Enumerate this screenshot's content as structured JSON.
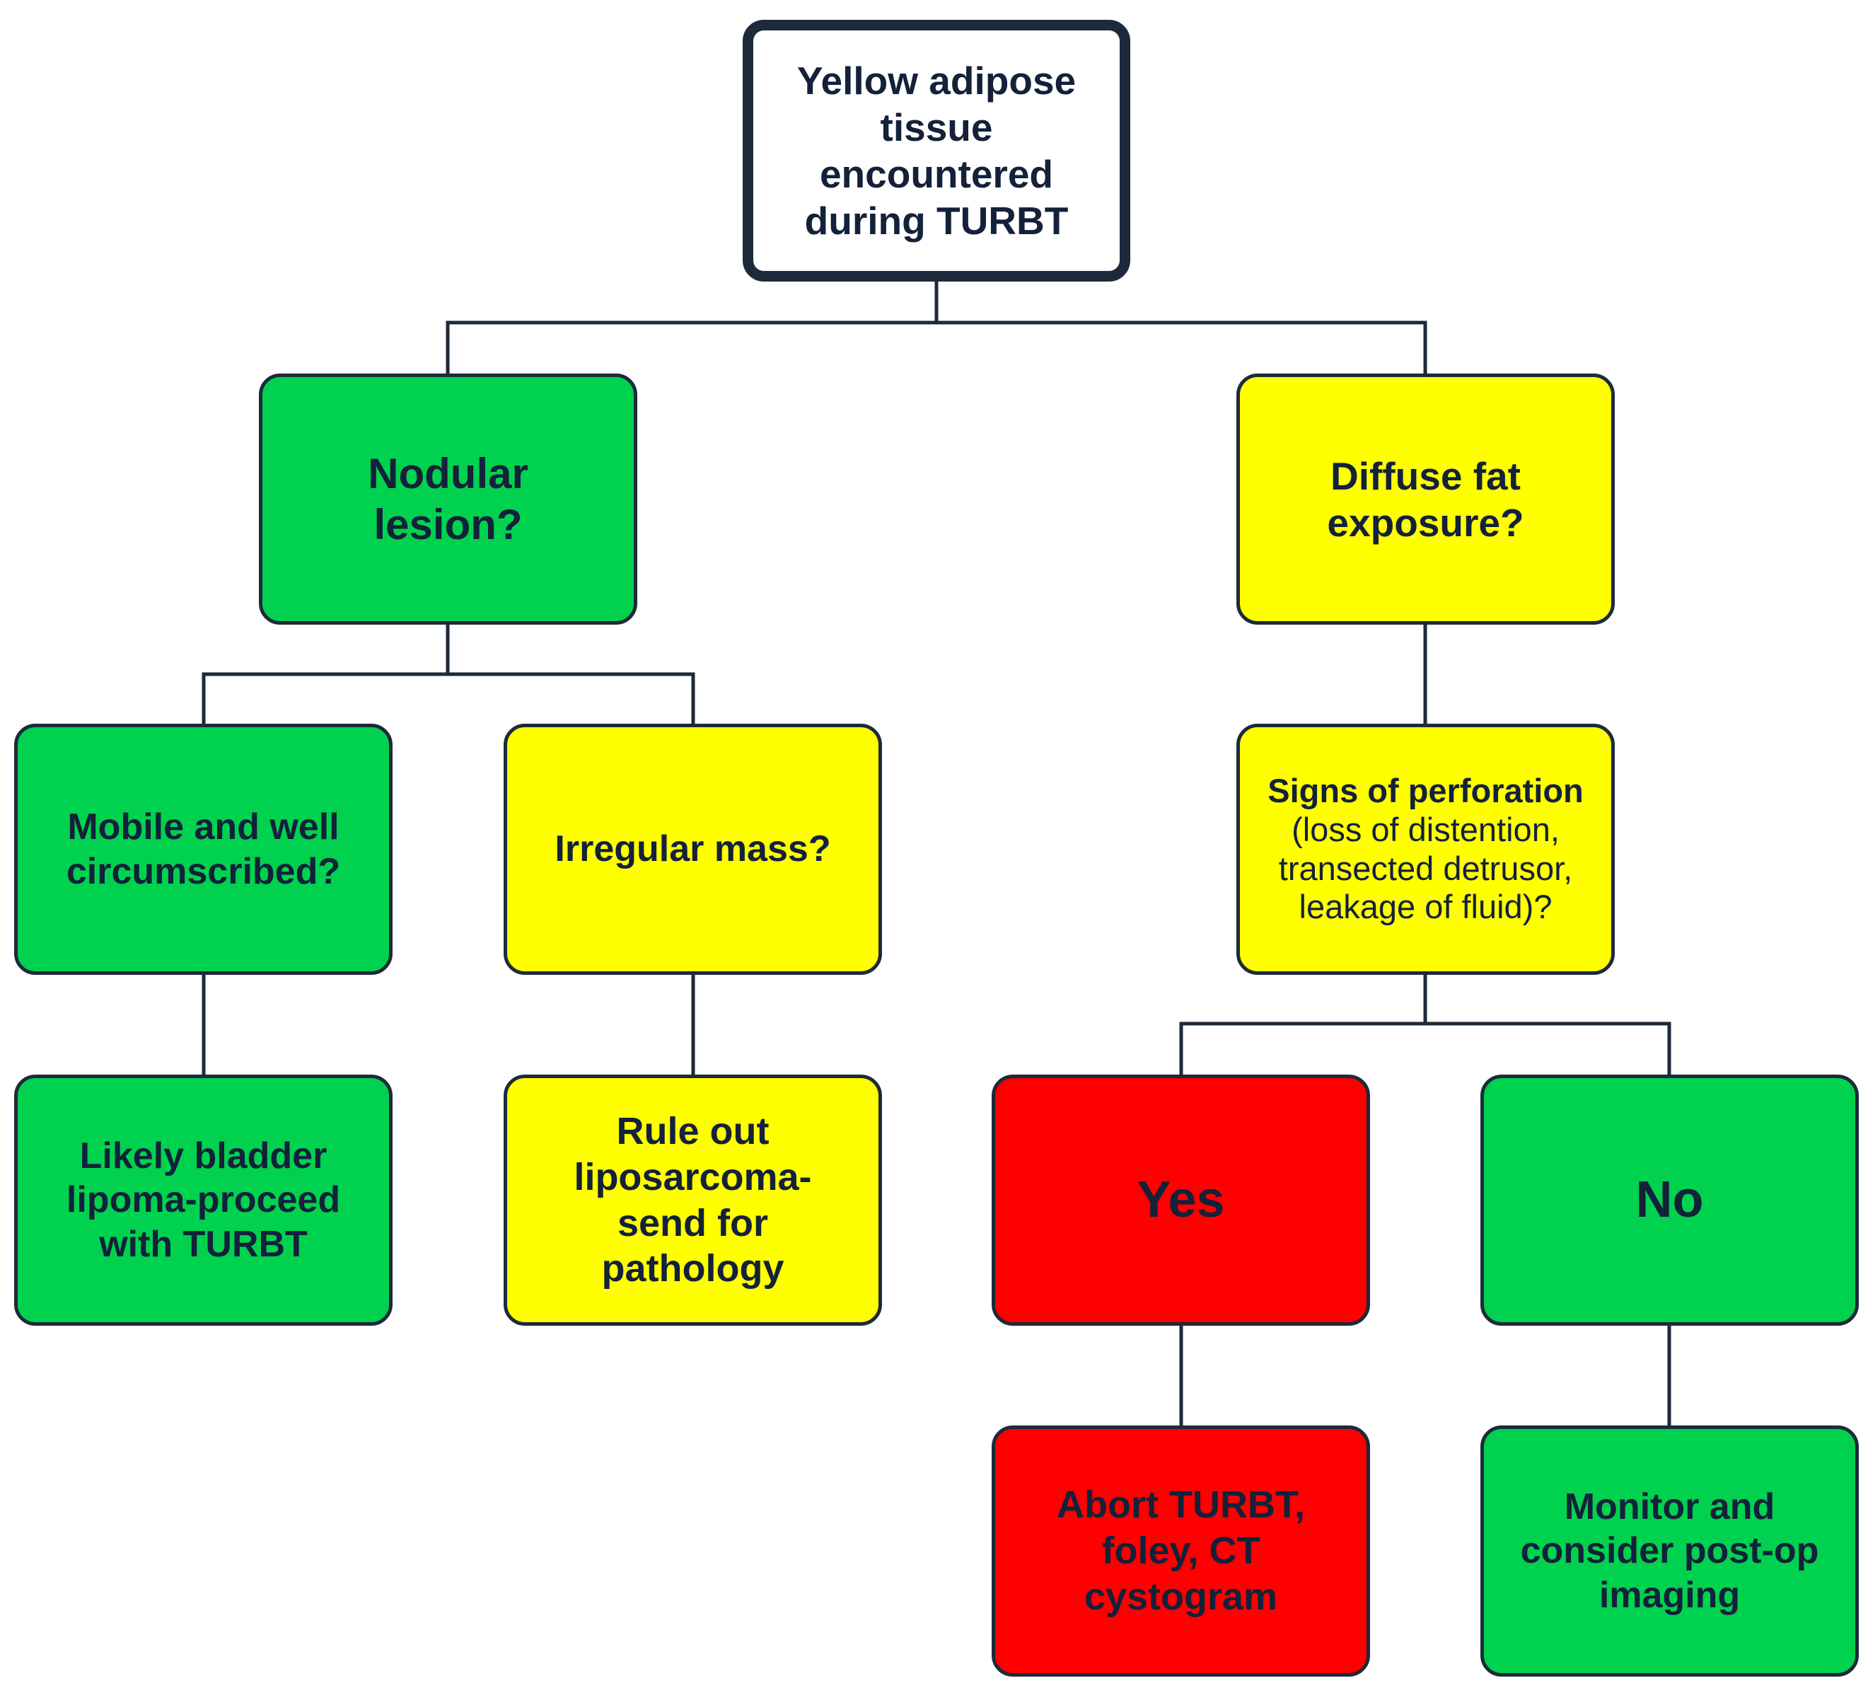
{
  "colors": {
    "green": "#00d24f",
    "yellow": "#ffff00",
    "red": "#ff0000",
    "border": "#1d2a3a",
    "text": "#13213a"
  },
  "nodes": {
    "root": "Yellow adipose tissue encountered during TURBT",
    "nodular": "Nodular lesion?",
    "diffuse": "Diffuse fat exposure?",
    "mobile": "Mobile and well circumscribed?",
    "irregular": "Irregular mass?",
    "perforation_bold": "Signs of perforation",
    "perforation_rest": " (loss of distention, transected detrusor, leakage of fluid)?",
    "lipoma": "Likely bladder lipoma-proceed with TURBT",
    "liposarcoma": "Rule out liposarcoma-send for pathology",
    "yes": "Yes",
    "no": "No",
    "abort": "Abort TURBT, foley, CT cystogram",
    "monitor": "Monitor and consider post-op imaging"
  }
}
